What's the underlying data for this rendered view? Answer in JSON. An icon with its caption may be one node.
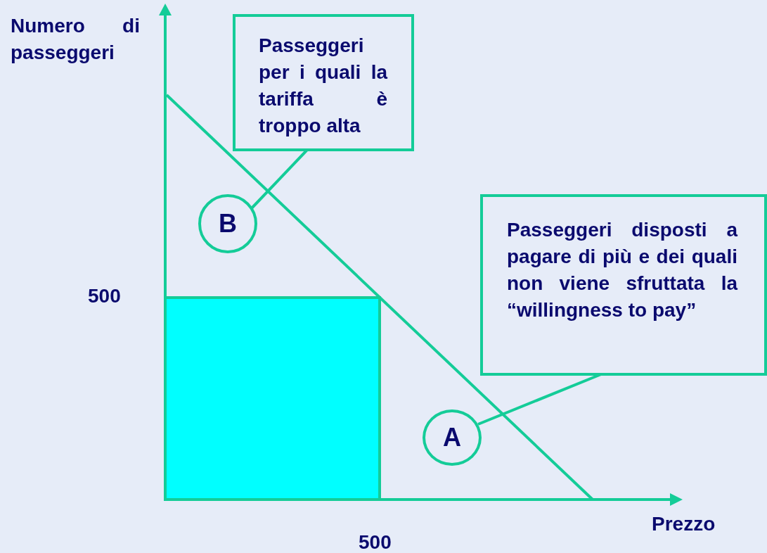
{
  "diagram": {
    "nodes": [
      {
        "text": [
          "Passeggeri per i quali la tariffa è troppo alta"
        ]
      },
      {
        "text": [
          "B"
        ]
      },
      {
        "text": [
          "Passeggeri disposti a pagare di più e dei quali non viene sfruttata la “willingness to pay”"
        ]
      },
      {
        "text": [
          "A"
        ]
      }
    ],
    "edges": [
      {
        "from": 0,
        "to": 1,
        "arrow": "none"
      },
      {
        "from": 2,
        "to": 3,
        "arrow": "none"
      }
    ],
    "labels": [
      "Numero di passeggeri",
      "500",
      "500",
      "Prezzo"
    ]
  }
}
